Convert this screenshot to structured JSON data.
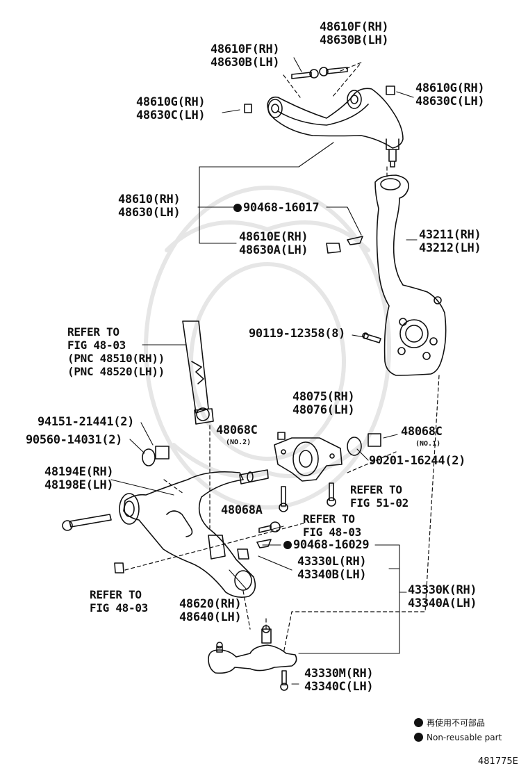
{
  "labels": {
    "upper_bolt": [
      "48610F(RH)",
      "48630B(LH)"
    ],
    "upper_bolt_top": [
      "48610F(RH)",
      "48630B(LH)"
    ],
    "upper_nut_left": [
      "48610G(RH)",
      "48630C(LH)"
    ],
    "upper_nut_right": [
      "48610G(RH)",
      "48630C(LH)"
    ],
    "upper_arm": [
      "48610(RH)",
      "48630(LH)"
    ],
    "cotter_pin_upper": "90468-16017",
    "upper_ball_nut": [
      "48610E(RH)",
      "48630A(LH)"
    ],
    "knuckle": [
      "43211(RH)",
      "43212(LH)"
    ],
    "knuckle_bolt": "90119-12358(8)",
    "refer_shock": [
      "REFER TO",
      "FIG 48-03",
      "(PNC 48510(RH))",
      "(PNC 48520(LH))"
    ],
    "nut_94151": "94151-21441(2)",
    "washer_90560": "90560-14031(2)",
    "bushing": [
      "48075(RH)",
      "48076(LH)"
    ],
    "nut_48068c_left": "48068C",
    "nut_48068c_left_note": "(NO.2)",
    "nut_48068c_right": "48068C",
    "nut_48068c_right_note": "(NO.1)",
    "washer_90201": "90201-16244(2)",
    "lower_bolt": [
      "48194E(RH)",
      "48198E(LH)"
    ],
    "refer_51_02": [
      "REFER TO",
      "FIG 51-02"
    ],
    "bolt_48068a": "48068A",
    "refer_48_03_mid": [
      "REFER TO",
      "FIG 48-03"
    ],
    "cotter_pin_lower": "90468-16029",
    "ball_nut_lower": [
      "43330L(RH)",
      "43340B(LH)"
    ],
    "refer_48_03_left": [
      "REFER TO",
      "FIG 48-03"
    ],
    "lower_arm": [
      "48620(RH)",
      "48640(LH)"
    ],
    "ball_joint": [
      "43330K(RH)",
      "43340A(LH)"
    ],
    "ball_joint_bolt": [
      "43330M(RH)",
      "43340C(LH)"
    ]
  },
  "legend": {
    "non_reusable_jp": "再使用不可部品",
    "non_reusable_en": "Non-reusable part"
  },
  "figure_number": "481775E"
}
